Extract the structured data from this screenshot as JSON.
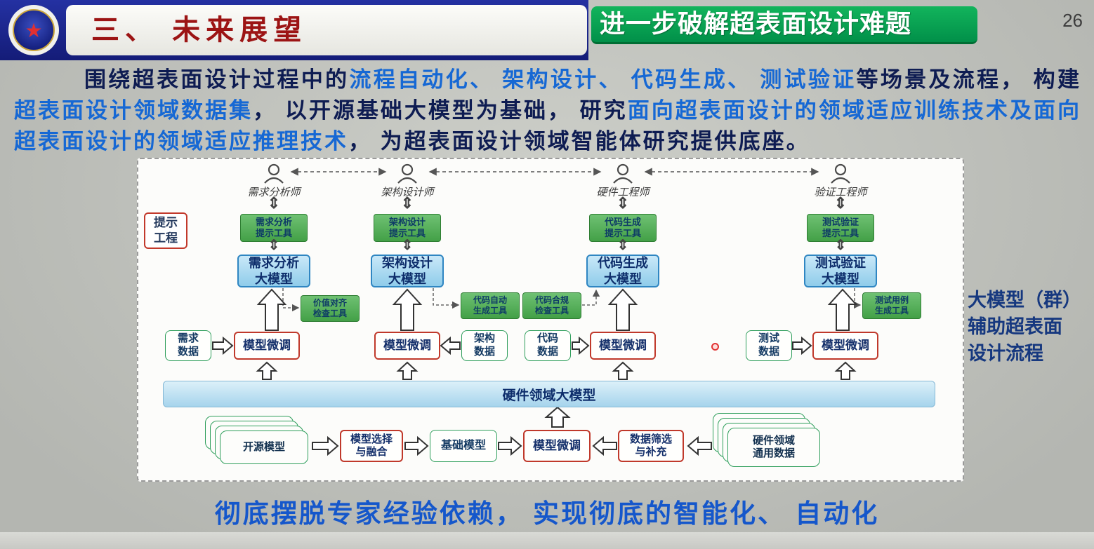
{
  "page": {
    "number": "26"
  },
  "header": {
    "section_title": "三、 未来展望",
    "banner": "进一步破解超表面设计难题"
  },
  "icons": {
    "double_arrow": "⇕",
    "star": "★"
  },
  "intro": {
    "segments": [
      {
        "text": "围绕超表面设计过程中的",
        "color": "dark"
      },
      {
        "text": "流程自动化、 架构设计、 代码生成、 测试验证",
        "color": "blue"
      },
      {
        "text": "等场景及流程， 构建",
        "color": "dark"
      },
      {
        "text": "超表面设计领域数据集",
        "color": "blue"
      },
      {
        "text": "， 以开源基础大模型为基础， 研究",
        "color": "dark"
      },
      {
        "text": "面向超表面设计的领域适应训练技术及面向超表面设计的领域适应推理技术",
        "color": "blue"
      },
      {
        "text": "， 为超表面设计领域智能体研究提供底座。",
        "color": "dark"
      }
    ]
  },
  "diagram": {
    "roles": [
      "需求分析师",
      "架构设计师",
      "硬件工程师",
      "验证工程师"
    ],
    "prompt_engineering_label": "提示\n工程",
    "prompt_tools": [
      "需求分析\n提示工具",
      "架构设计\n提示工具",
      "代码生成\n提示工具",
      "测试验证\n提示工具"
    ],
    "models": [
      "需求分析\n大模型",
      "架构设计\n大模型",
      "代码生成\n大模型",
      "测试验证\n大模型"
    ],
    "side_tools": [
      "价值对齐\n检查工具",
      "代码自动\n生成工具",
      "代码合规\n检查工具",
      "测试用例\n生成工具"
    ],
    "data_sources": [
      "需求\n数据",
      "架构\n数据",
      "代码\n数据",
      "测试\n数据"
    ],
    "finetune_label": "模型微调",
    "base_bar": "硬件领域大模型",
    "pipeline": {
      "open_models": "开源模型",
      "model_select": "模型选择\n与融合",
      "base_model": "基础模型",
      "finetune": "模型微调",
      "data_filter": "数据筛选\n与补充",
      "hw_data": "硬件领域\n通用数据"
    }
  },
  "side_label": "大模型（群）\n辅助超表面\n设计流程",
  "footer": "彻底摆脱专家经验依赖， 实现彻底的智能化、 自动化",
  "colors": {
    "accent_blue_text": "#1668d4",
    "dark_text": "#0e1c52",
    "banner_green": "#00a651",
    "title_red": "#9c1414",
    "model_box_blue": "#a9d8ef",
    "tool_green": "#55b45b",
    "finetune_border_red": "#c0392b"
  }
}
